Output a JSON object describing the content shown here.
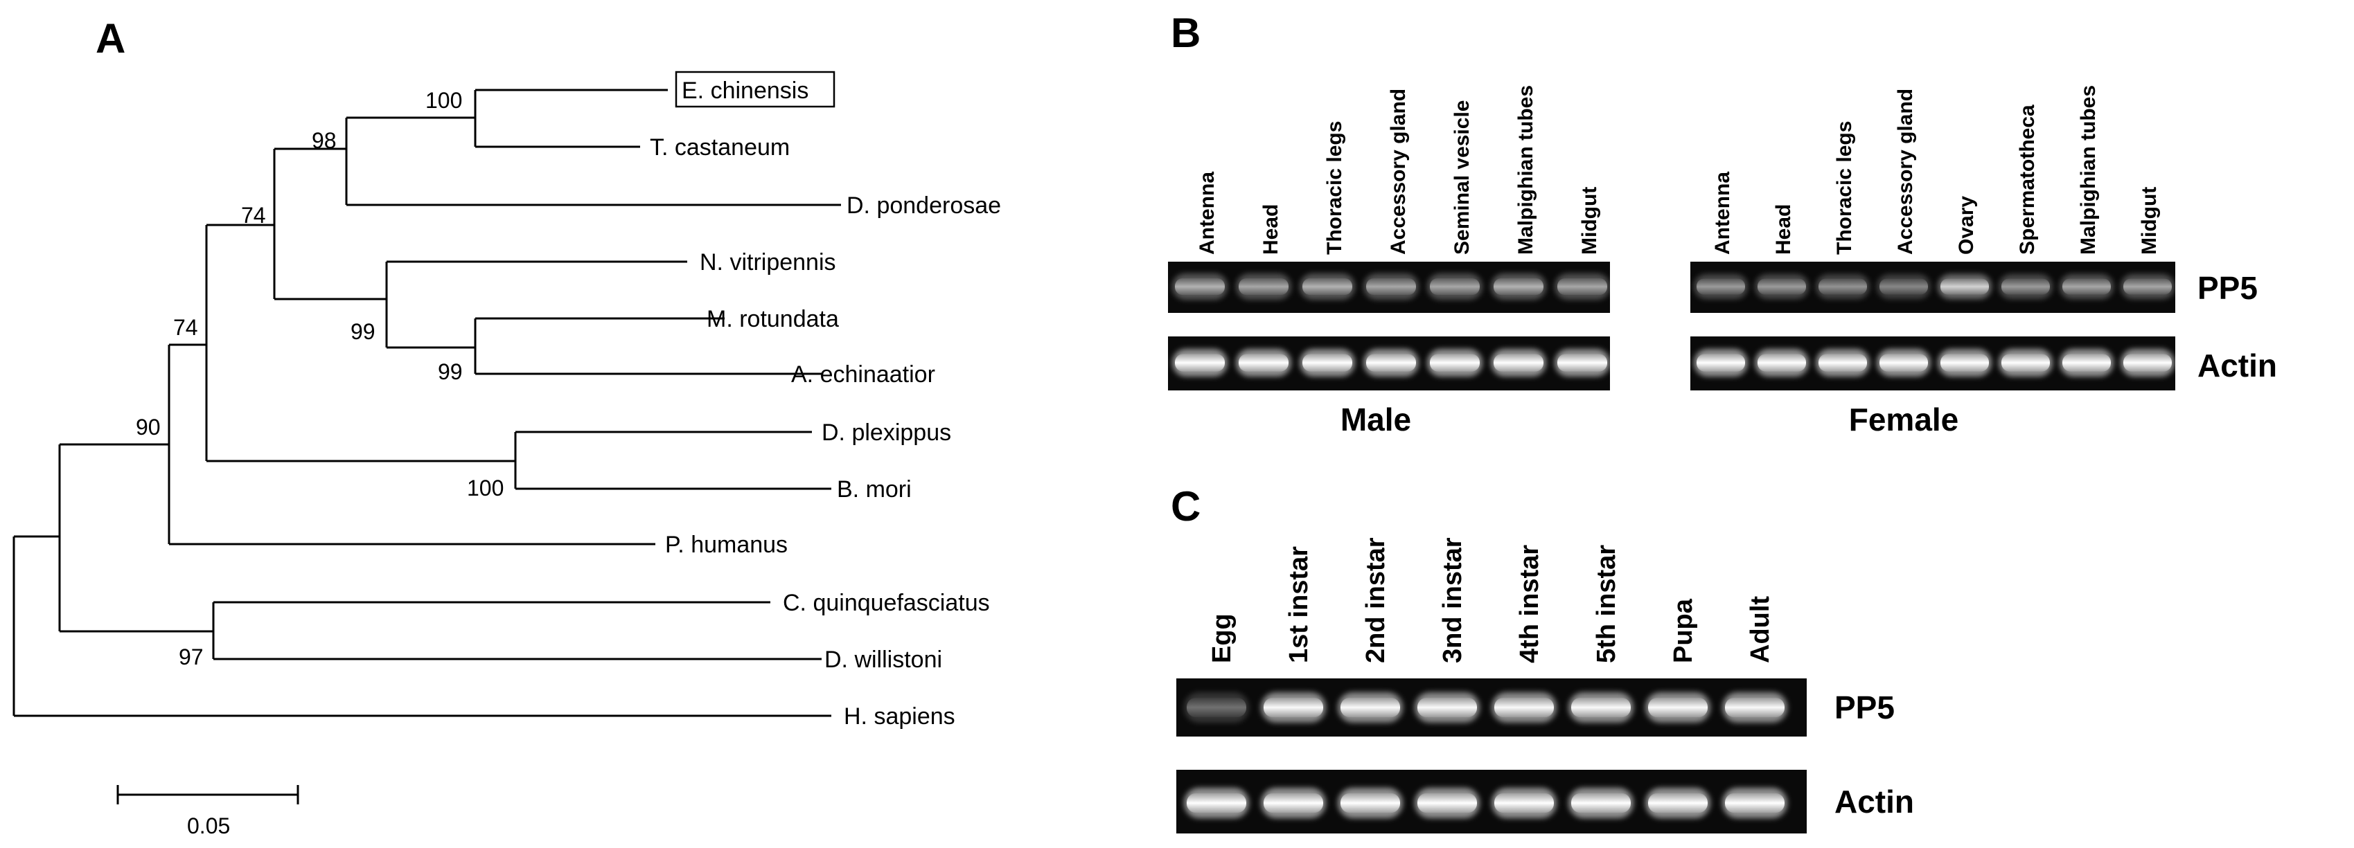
{
  "panels": {
    "a": "A",
    "b": "B",
    "c": "C"
  },
  "tree": {
    "taxa": [
      "E. chinensis",
      "T. castaneum",
      "D. ponderosae",
      "N. vitripennis",
      "M. rotundata",
      "A. echinaatior",
      "D. plexippus",
      "B. mori",
      "P. humanus",
      "C. quinquefasciatus",
      "D. willistoni",
      "H. sapiens"
    ],
    "highlighted_taxon": "E. chinensis",
    "bootstrap": [
      "100",
      "98",
      "74",
      "74",
      "99",
      "99",
      "90",
      "100",
      "97"
    ],
    "scale_bar": "0.05"
  },
  "panel_b": {
    "male_lanes": [
      "Antenna",
      "Head",
      "Thoracic legs",
      "Accessory gland",
      "Seminal vesicle",
      "Malpighian tubes",
      "Midgut"
    ],
    "female_lanes": [
      "Antenna",
      "Head",
      "Thoracic legs",
      "Accessory gland",
      "Ovary",
      "Spermatotheca",
      "Malpighian tubes",
      "Midgut"
    ],
    "male_label": "Male",
    "female_label": "Female",
    "gene_top": "PP5",
    "gene_bottom": "Actin",
    "male_pp5_intensity": [
      0.55,
      0.5,
      0.55,
      0.5,
      0.5,
      0.55,
      0.5
    ],
    "female_pp5_intensity": [
      0.45,
      0.45,
      0.42,
      0.38,
      0.7,
      0.45,
      0.5,
      0.5
    ]
  },
  "panel_c": {
    "lanes": [
      "Egg",
      "1st instar",
      "2nd instar",
      "3nd instar",
      "4th instar",
      "5th instar",
      "Pupa",
      "Adult"
    ],
    "gene_top": "PP5",
    "gene_bottom": "Actin",
    "pp5_intensity": [
      0.3,
      0.95,
      0.95,
      0.95,
      0.95,
      0.95,
      0.95,
      0.95
    ]
  }
}
